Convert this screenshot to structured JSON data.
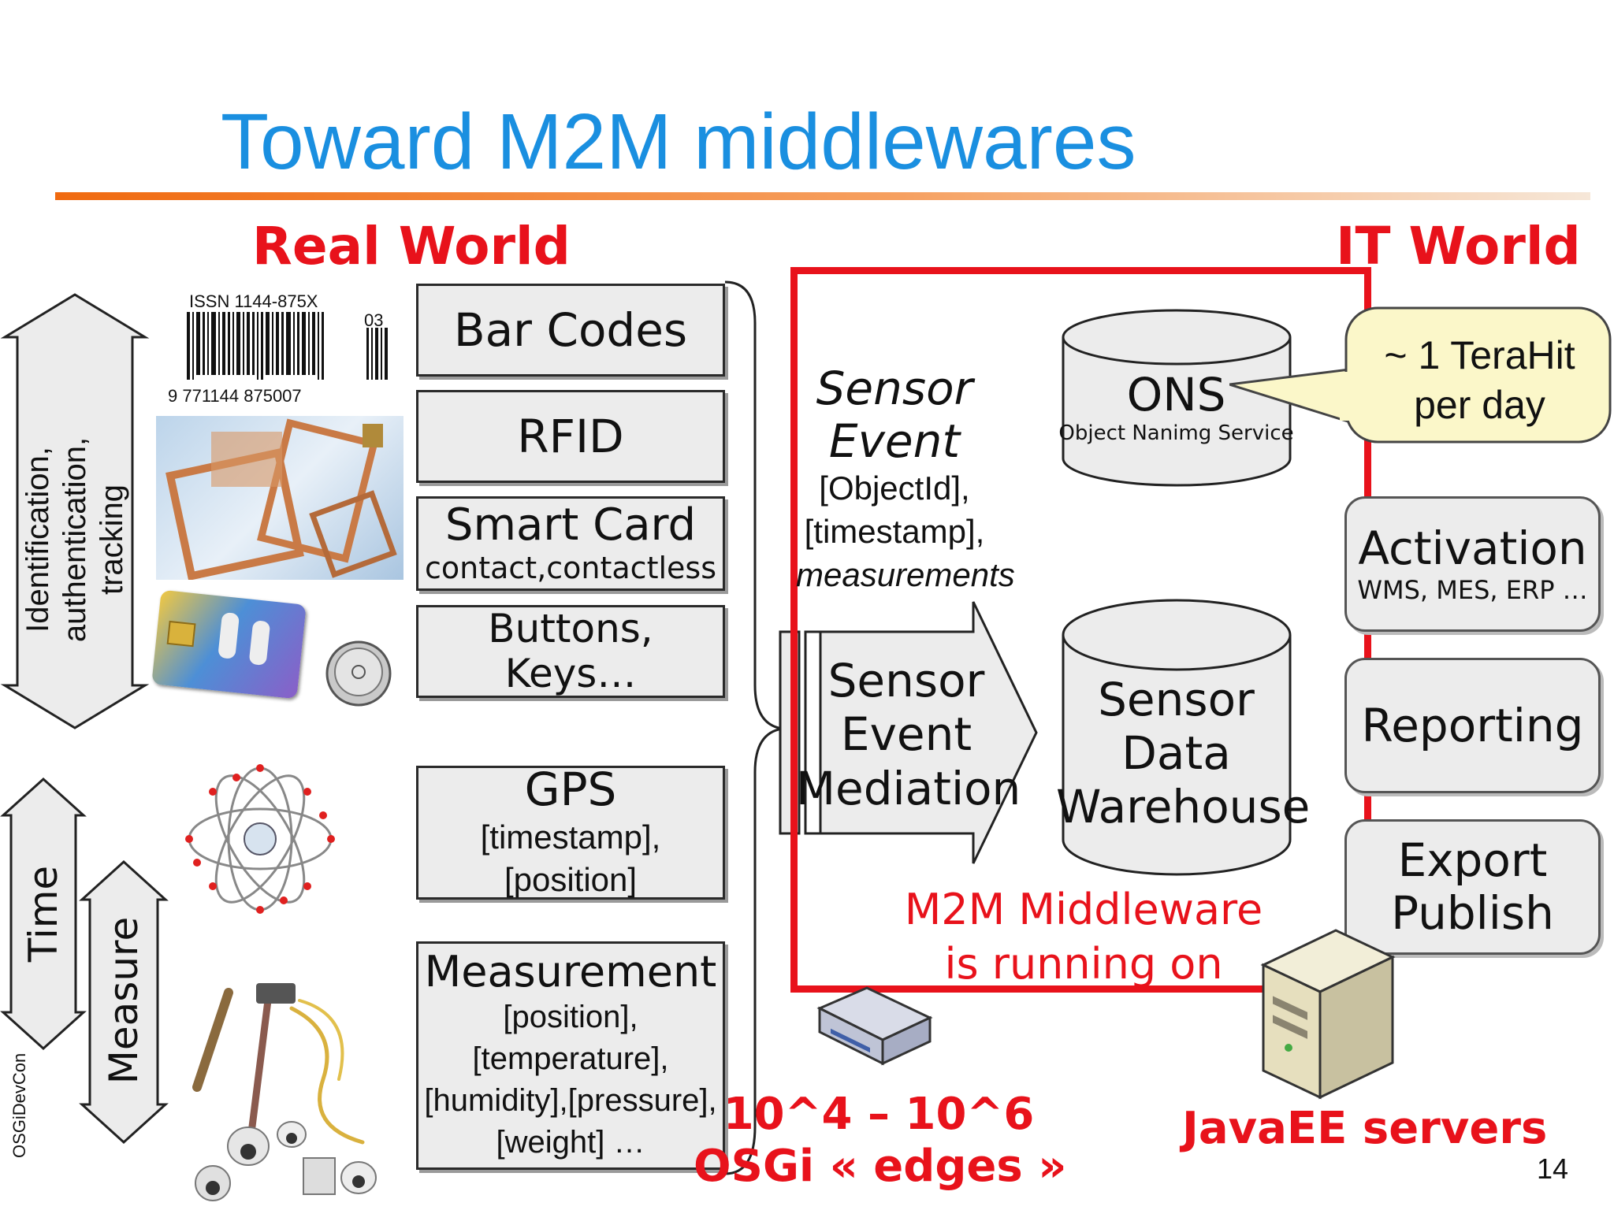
{
  "title": "Toward M2M middlewares",
  "labels": {
    "real_world": "Real World",
    "it_world": "IT World",
    "id_auth": [
      "Identification,",
      "authentication,",
      "tracking"
    ],
    "time": "Time",
    "measure": "Measure",
    "footer": "OSGiDevCon",
    "page_number": "14"
  },
  "barcode": {
    "issn": "ISSN 1144-875X",
    "code": "9 771144 875007",
    "suffix": "03"
  },
  "real_items": [
    {
      "name": "Bar Codes"
    },
    {
      "name": "RFID"
    },
    {
      "name": "Smart Card",
      "sub": "contact,contactless"
    },
    {
      "name": "Buttons, Keys…"
    },
    {
      "name": "GPS",
      "sub": "[timestamp],[position]"
    },
    {
      "name": "Measurement",
      "sub_lines": [
        "[position],",
        "[temperature],",
        "[humidity],[pressure],",
        "[weight] …"
      ]
    }
  ],
  "sensor_event": {
    "title": [
      "Sensor",
      "Event"
    ],
    "fields": [
      "[ObjectId],",
      "[timestamp],",
      "measurements"
    ]
  },
  "mediation": [
    "Sensor",
    "Event",
    "Mediation"
  ],
  "ons": {
    "title": "ONS",
    "sub": "Object Nanimg Service"
  },
  "warehouse": [
    "Sensor",
    "Data",
    "Warehouse"
  ],
  "callout": [
    "~ 1 TeraHit",
    "per day"
  ],
  "it_items": [
    {
      "name": "Activation",
      "sub": "WMS, MES, ERP …"
    },
    {
      "name": "Reporting"
    },
    {
      "name": "Export",
      "name2": "Publish"
    }
  ],
  "middleware_caption": [
    "M2M Middleware",
    "is running on"
  ],
  "edges_caption": [
    "10^4 – 10^6",
    "OSGi « edges »"
  ],
  "servers_caption": "JavaEE servers",
  "colors": {
    "title": "#1a8fe0",
    "accent_red": "#e8121b",
    "box_fill": "#ececec",
    "callout_fill": "#fbf7c9"
  }
}
